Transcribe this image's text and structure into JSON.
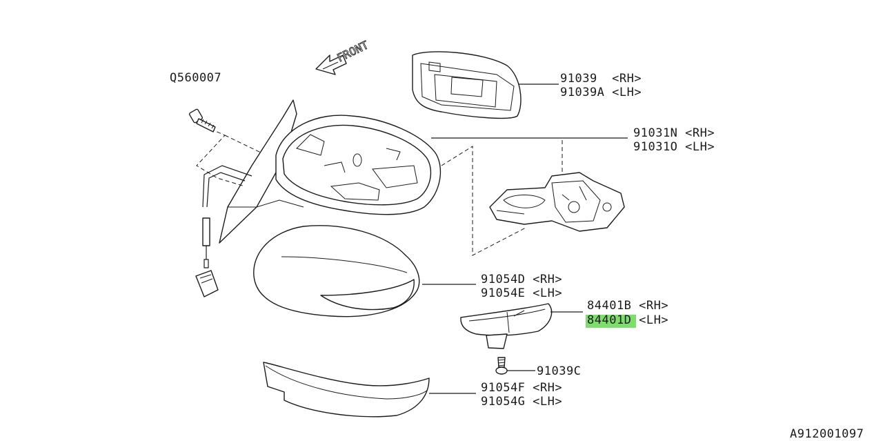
{
  "front_marker": "FRONT",
  "labels": {
    "bolt": "Q560007",
    "glass_rh": "91039  <RH>",
    "glass_lh": "91039A <LH>",
    "housing_rh": "91031N <RH>",
    "housing_lh": "91031O <LH>",
    "cover_rh": "91054D <RH>",
    "cover_lh": "91054E <LH>",
    "lamp_rh": "84401B <RH>",
    "lamp_lh": "84401D <LH>",
    "screw": "91039C",
    "lower_cover_rh": "91054F <RH>",
    "lower_cover_lh": "91054G <LH>",
    "diagram_id": "A912001097"
  },
  "highlight": {
    "part": "84401D",
    "color": "#7dde6b"
  }
}
